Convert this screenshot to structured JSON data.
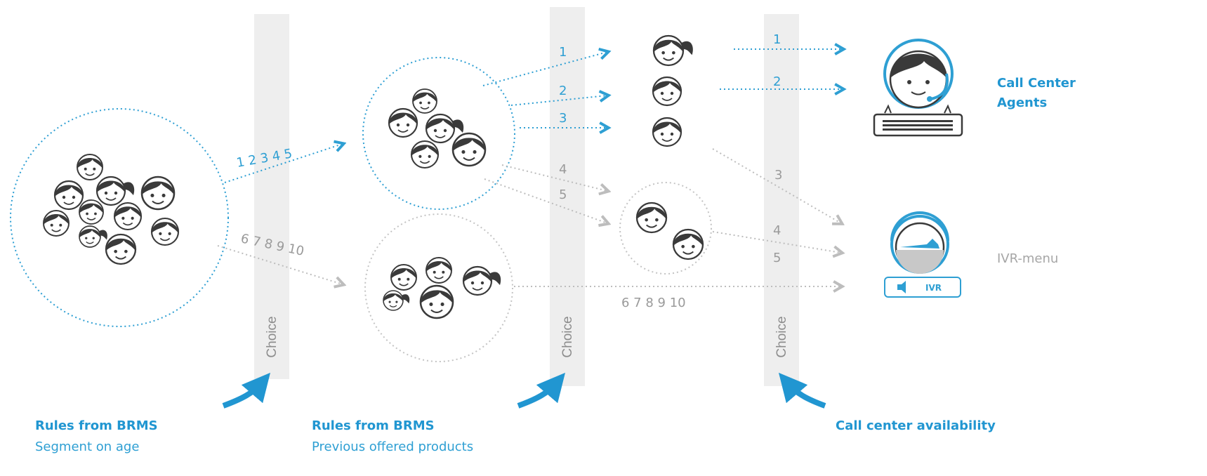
{
  "colors": {
    "accent_blue": "#2e9fd3",
    "face_dark": "#3a3a3a",
    "grey_line": "#bdbdbd",
    "choice_bar": "#eeeeee"
  },
  "top_flow": {
    "segment_one_label": "1 2 3 4 5",
    "segment_two_label": "6 7 8 9 10",
    "branch_1": "1",
    "branch_2": "2",
    "branch_3": "3",
    "branch_4": "4",
    "branch_5": "5",
    "to_agent_1": "1",
    "to_agent_2": "2",
    "to_ivr_3": "3",
    "to_ivr_4": "4",
    "to_ivr_5": "5",
    "to_ivr_rest": "6 7 8 9 10"
  },
  "choice_bars": [
    "Choice",
    "Choice",
    "Choice"
  ],
  "targets": {
    "agents_line1": "Call Center",
    "agents_line2": "Agents",
    "ivr_menu": "IVR-menu",
    "ivr_badge": "IVR"
  },
  "captions": [
    {
      "title": "Rules from BRMS",
      "subtitle": "Segment on age"
    },
    {
      "title": "Rules from BRMS",
      "subtitle": "Previous offered products"
    },
    {
      "title": "Call center availability",
      "subtitle": ""
    }
  ],
  "icons": [
    "face-icon",
    "face-ponytail-icon",
    "call-center-agent-icon",
    "ivr-icon",
    "keyboard-icon",
    "speaker-icon",
    "curved-arrow-icon"
  ]
}
